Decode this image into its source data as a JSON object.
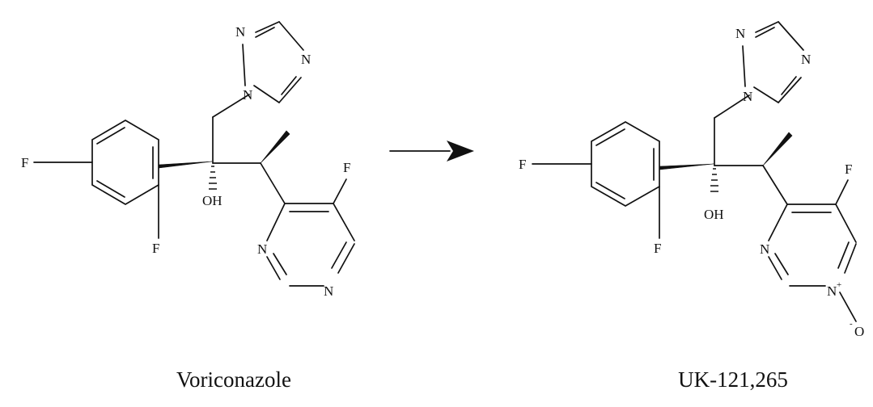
{
  "scheme": {
    "reactant": {
      "name": "Voriconazole",
      "atoms": {
        "triazole_n1": "N",
        "triazole_n2": "N",
        "triazole_n4": "N",
        "fluoro_para": "F",
        "fluoro_ortho": "F",
        "hydroxyl": "OH",
        "fluoro_pyrimidine": "F",
        "pyrimidine_n1": "N",
        "pyrimidine_n3": "N"
      }
    },
    "product": {
      "name": "UK-121,265",
      "atoms": {
        "triazole_n1": "N",
        "triazole_n2": "N",
        "triazole_n4": "N",
        "fluoro_para": "F",
        "fluoro_ortho": "F",
        "hydroxyl": "OH",
        "fluoro_pyrimidine": "F",
        "pyrimidine_n1": "N",
        "pyrimidine_n_oxide": "N",
        "n_oxide_plus": "+",
        "n_oxide_oxygen": "O",
        "n_oxide_minus": "-"
      }
    },
    "arrow": {
      "direction": "right"
    }
  }
}
